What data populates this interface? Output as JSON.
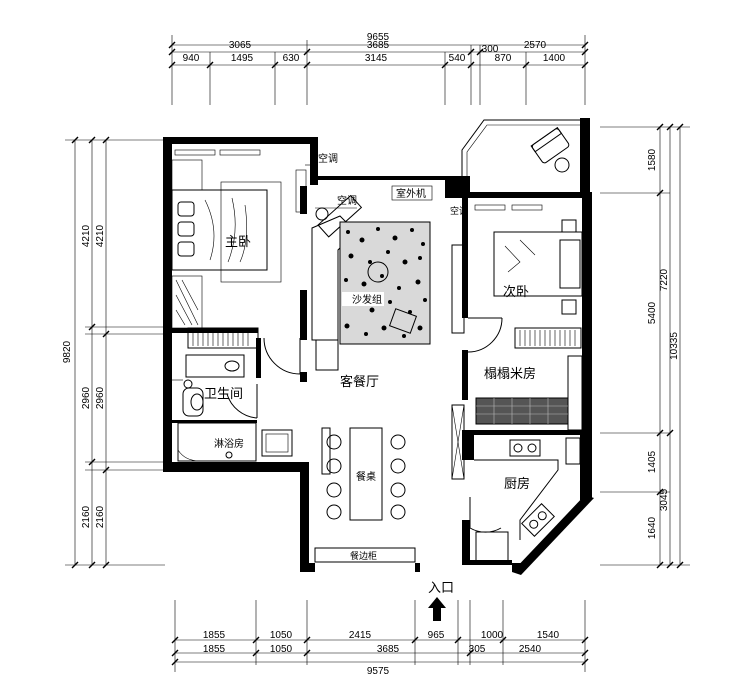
{
  "dims": {
    "top_total": "9655",
    "top_row2": [
      "3065",
      "3685",
      "300",
      "2570"
    ],
    "top_row3": [
      "940",
      "1495",
      "630",
      "3145",
      "540",
      "870",
      "1400"
    ],
    "bottom_row1": [
      "1855",
      "1050",
      "2415",
      "965",
      "1000",
      "1540"
    ],
    "bottom_row2": [
      "1855",
      "1050",
      "3685",
      "305",
      "2540"
    ],
    "bottom_total": "9575",
    "left_total": "9820",
    "left_a": [
      "4210",
      "2960",
      "2160"
    ],
    "left_b": [
      "4210",
      "2960",
      "2160"
    ],
    "right_a": [
      "1580",
      "5400",
      "1405",
      "1640"
    ],
    "right_b": [
      "7220",
      "3045"
    ],
    "right_total": "10335"
  },
  "rooms": {
    "master_bedroom": "主卧",
    "second_bedroom": "次卧",
    "living_dining": "客餐厅",
    "bathroom": "卫生间",
    "shower": "淋浴房",
    "tatami": "榻榻米房",
    "kitchen": "厨房",
    "sofa": "沙发组",
    "dining_table": "餐桌",
    "sideboard": "餐边柜",
    "entrance": "入口"
  },
  "labels": {
    "ac1": "空调",
    "ac2": "空调",
    "ac3": "空调",
    "outdoor_unit": "室外机"
  }
}
